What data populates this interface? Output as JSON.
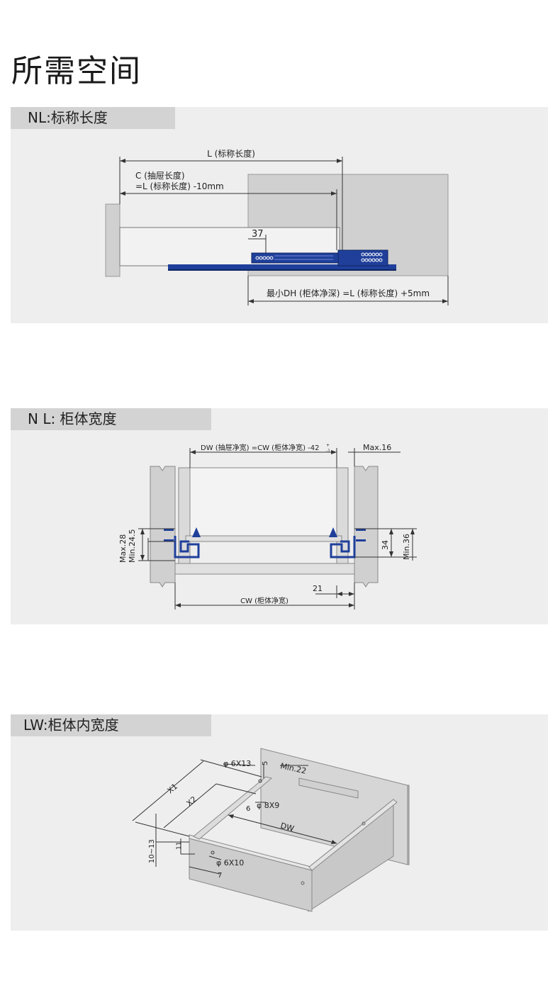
{
  "page": {
    "title": "所需空间"
  },
  "colors": {
    "panel_bg": "#eeeeee",
    "header_bg": "#d3d3d3",
    "slide_blue": "#1f3f9a",
    "part_gray": "#d0d0d0"
  },
  "sections": [
    {
      "header": "NL:标称长度",
      "labels": {
        "nominal_length": "L (标称长度)",
        "drawer_length_line1": "C (抽屉长度)",
        "drawer_length_line2": "=L (标称长度) -10mm",
        "dim_37": "37",
        "min_depth": "最小DH (柜体净深) =L (标称长度) +5mm"
      }
    },
    {
      "header": "N L:  柜体宽度",
      "labels": {
        "drawer_width": "DW (抽屉净宽) =CW (柜体净宽) -42",
        "tolerance_upper": "+",
        "tolerance_lower": "-1",
        "max16": "Max.16",
        "max28": "Max.28",
        "min245": "Min.24.5",
        "dim34": "34",
        "min36": "Min.36",
        "dim21": "21",
        "cabinet_width": "CW (柜体净宽)"
      }
    },
    {
      "header": "LW:柜体内宽度",
      "labels": {
        "hole_6x13": "φ 6X13",
        "dim5": "5",
        "min22": "Min.22",
        "x1": "X1",
        "x2": "X2",
        "hole_8x9": "φ 8X9",
        "dim6": "6",
        "dw": "DW",
        "range_10_13": "10~13",
        "dim11": "11",
        "hole_6x10": "φ 6X10",
        "dim7": "7"
      }
    }
  ]
}
